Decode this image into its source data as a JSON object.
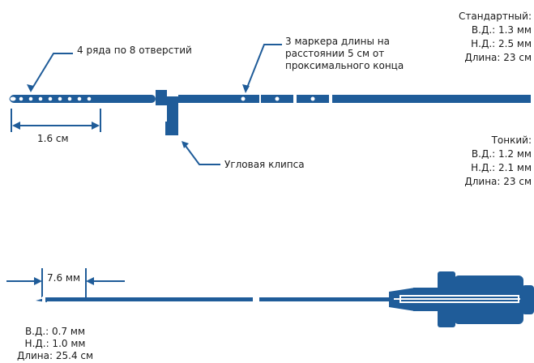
{
  "colors": {
    "accent": "#1f5c99",
    "text": "#1b1b1b"
  },
  "standard_spec": {
    "line1": "Стандартный:",
    "line2": "В.Д.: 1.3 мм",
    "line3": "Н.Д.: 2.5 мм",
    "line4": "Длина: 23 см"
  },
  "thin_spec": {
    "line1": "Тонкий:",
    "line2": "В.Д.: 1.2 мм",
    "line3": "Н.Д.: 2.1 мм",
    "line4": "Длина: 23 см"
  },
  "holes_label": "4 ряда по 8 отверстий",
  "markers_label": {
    "line1": "3 маркера длины на",
    "line2": "расстоянии 5 см от",
    "line3": "проксимального конца"
  },
  "length_dimension": "1.6 см",
  "clip_label": "Угловая клипса",
  "needle_dimension": "7.6 мм",
  "needle_spec": {
    "line1": "В.Д.: 0.7 мм",
    "line2": "Н.Д.: 1.0 мм",
    "line3": "Длина: 25.4 см"
  }
}
